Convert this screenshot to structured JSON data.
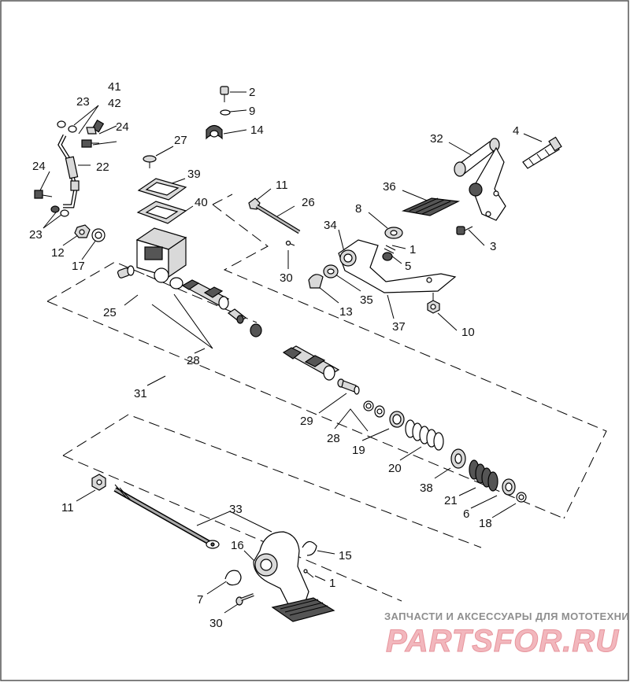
{
  "labels": {
    "l41": "41",
    "l42": "42",
    "l23a": "23",
    "l24a": "24",
    "l24b": "24",
    "l22": "22",
    "l23b": "23",
    "l12": "12",
    "l17": "17",
    "l2": "2",
    "l9": "9",
    "l14": "14",
    "l27": "27",
    "l39": "39",
    "l40": "40",
    "l11a": "11",
    "l26": "26",
    "l30a": "30",
    "l25": "25",
    "l28a": "28",
    "l31": "31",
    "l4": "4",
    "l32": "32",
    "l36": "36",
    "l8": "8",
    "l34": "34",
    "l1a": "1",
    "l5": "5",
    "l3": "3",
    "l13": "13",
    "l35": "35",
    "l37": "37",
    "l10": "10",
    "l29": "29",
    "l28b": "28",
    "l19": "19",
    "l20": "20",
    "l38": "38",
    "l21": "21",
    "l6": "6",
    "l18": "18",
    "l11b": "11",
    "l33": "33",
    "l16": "16",
    "l15": "15",
    "l7": "7",
    "l1b": "1",
    "l30b": "30"
  },
  "watermark": {
    "caption": "ЗАПЧАСТИ И АКСЕССУАРЫ ДЛЯ МОТОТЕХНИКИ",
    "logo": "PARTSFOR.RU"
  }
}
